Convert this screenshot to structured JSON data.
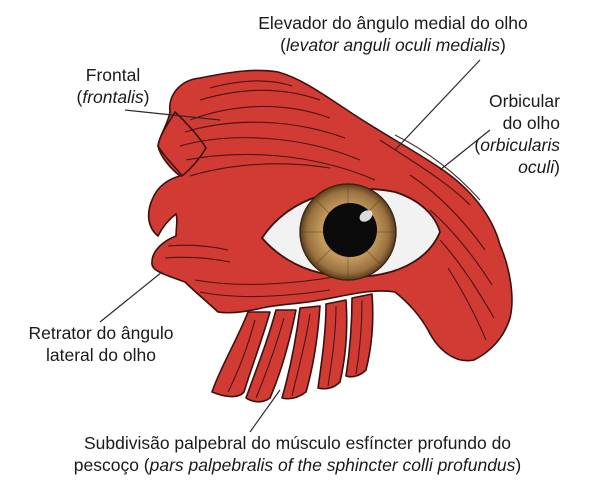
{
  "labels": {
    "frontal": {
      "name": "Frontal",
      "latin": "frontalis"
    },
    "levator": {
      "name": "Elevador do ângulo medial do olho",
      "latin": "levator anguli oculi medialis"
    },
    "orbicular": {
      "line1": "Orbicular",
      "line2": "do olho",
      "latin1": "orbicularis",
      "latin2": "oculi"
    },
    "retractor": {
      "line1": "Retrator do ângulo",
      "line2": "lateral do olho"
    },
    "sphincter": {
      "line1": "Subdivisão palpebral do músculo esfíncter profundo do",
      "line2_prefix": "pescoço",
      "latin": "pars palpebralis of the sphincter colli profundus"
    }
  },
  "colors": {
    "muscle": "#d23a34",
    "muscle_line": "#3a1210",
    "iris": "#b8915a",
    "pupil": "#0a0a0a",
    "sclera": "#f2f2f2"
  }
}
